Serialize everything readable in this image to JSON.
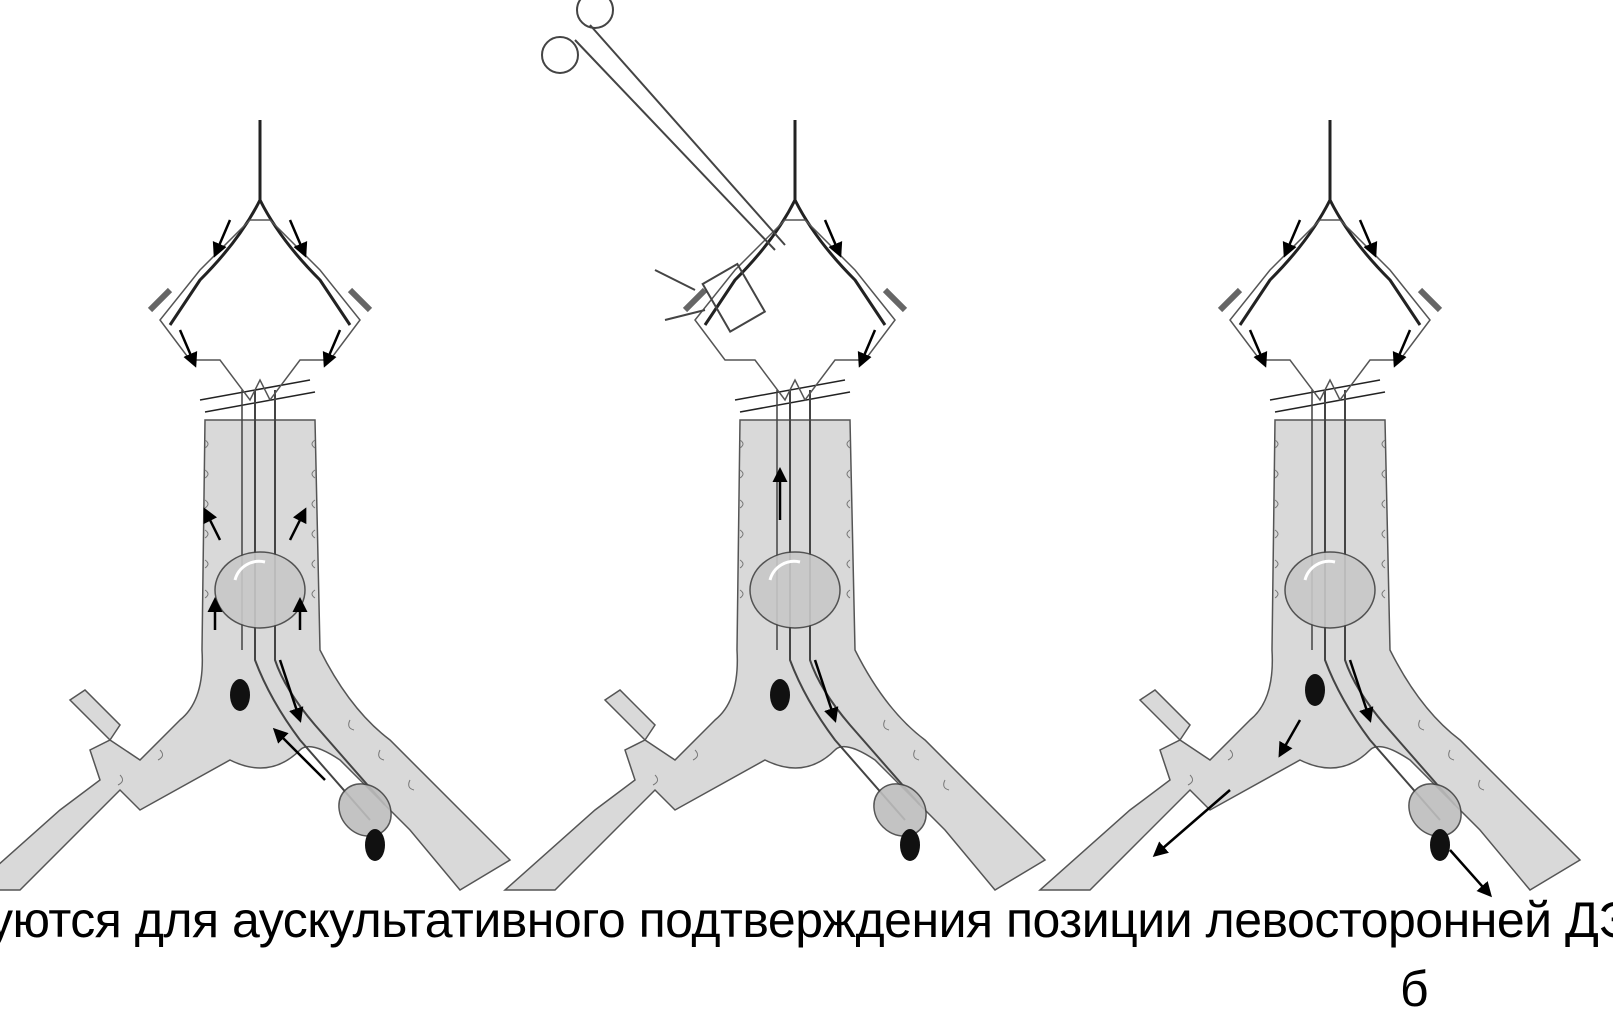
{
  "caption": {
    "line1": "уются для аускультативного подтверждения позиции левосторонней ДЭТ",
    "line2": "б"
  },
  "panels": [
    {
      "state": "both-lumens-open"
    },
    {
      "state": "tracheal-lumen-clamped"
    },
    {
      "state": "bronchial-lumen-ventilated"
    }
  ]
}
